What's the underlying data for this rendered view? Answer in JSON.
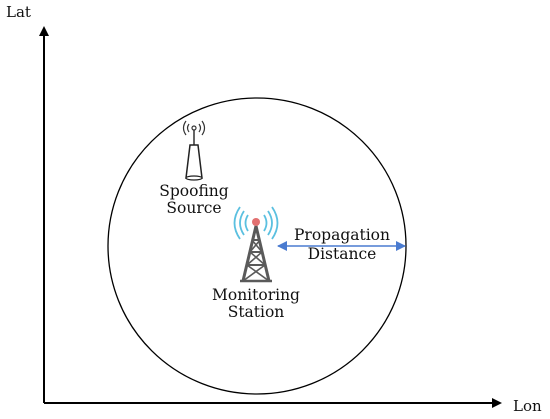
{
  "axes": {
    "y_label": "Lat",
    "x_label": "Lon"
  },
  "nodes": {
    "spoofing_source": {
      "line1": "Spoofing",
      "line2": "Source"
    },
    "monitoring_station": {
      "line1": "Monitoring",
      "line2": "Station"
    }
  },
  "edge": {
    "line1": "Propagation",
    "line2": "Distance"
  },
  "colors": {
    "axis": "#000000",
    "circle": "#000000",
    "arrow": "#4a7bd0",
    "antenna_waves_blue": "#5bc0e0",
    "antenna_waves_red": "#e27070",
    "tower": "#5a5a5a"
  }
}
